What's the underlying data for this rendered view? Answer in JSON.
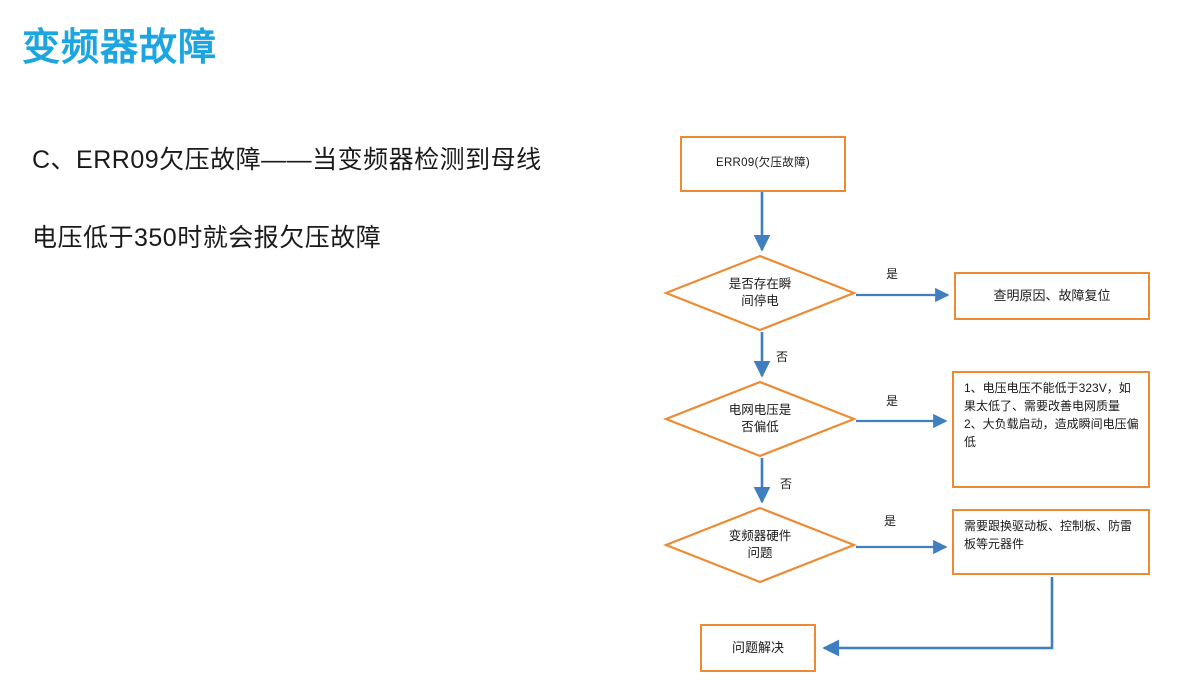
{
  "slide": {
    "title": "变频器故障",
    "body_lines": [
      "C、ERR09欠压故障——当变频器检测到母线",
      "电压低于350时就会报欠压故障"
    ]
  },
  "colors": {
    "title_blue": "#1CA5E0",
    "shape_orange": "#ED8B33",
    "arrow_blue": "#3F7FBF",
    "text_black": "#1A1A1A",
    "background": "#FFFFFF"
  },
  "flowchart": {
    "type": "flowchart",
    "nodes": [
      {
        "id": "start",
        "shape": "rectangle",
        "text": "ERR09(欠压故障)"
      },
      {
        "id": "q1",
        "shape": "diamond",
        "text": "是否存在瞬\n间停电"
      },
      {
        "id": "q2",
        "shape": "diamond",
        "text": "电网电压是\n否偏低"
      },
      {
        "id": "q3",
        "shape": "diamond",
        "text": "变频器硬件\n问题"
      },
      {
        "id": "a1",
        "shape": "rectangle",
        "text": "查明原因、故障复位"
      },
      {
        "id": "a2",
        "shape": "rectangle",
        "text": "1、电压电压不能低于323V，如果太低了、需要改善电网质量\n2、大负载启动，造成瞬间电压偏低"
      },
      {
        "id": "a3",
        "shape": "rectangle",
        "text": "需要跟换驱动板、控制板、防雷板等元器件"
      },
      {
        "id": "end",
        "shape": "rectangle",
        "text": "问题解决"
      }
    ],
    "edges": [
      {
        "from": "start",
        "to": "q1",
        "label": ""
      },
      {
        "from": "q1",
        "to": "a1",
        "label": "是"
      },
      {
        "from": "q1",
        "to": "q2",
        "label": "否"
      },
      {
        "from": "q2",
        "to": "a2",
        "label": "是"
      },
      {
        "from": "q2",
        "to": "q3",
        "label": "否"
      },
      {
        "from": "q3",
        "to": "a3",
        "label": "是"
      },
      {
        "from": "a3",
        "to": "end",
        "label": ""
      }
    ],
    "edge_labels": {
      "yes_1": "是",
      "yes_2": "是",
      "yes_3": "是",
      "no_1": "否",
      "no_2": "否"
    }
  }
}
